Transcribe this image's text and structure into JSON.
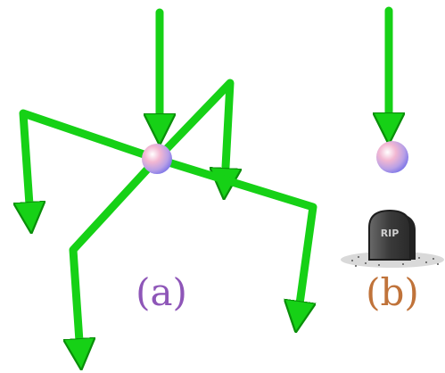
{
  "figure": {
    "label_a": "(a)",
    "label_b": "(b)",
    "tombstone_text": "RIP"
  },
  "colors": {
    "rod": "#16d116",
    "rod_dark": "#0a8f0a",
    "label_a": "#8e56b8",
    "label_b": "#c0733a",
    "stone": "#3e3e3e",
    "background": "#ffffff"
  },
  "icons": {
    "node": "particle-sphere-icon",
    "grave": "tombstone-icon"
  }
}
